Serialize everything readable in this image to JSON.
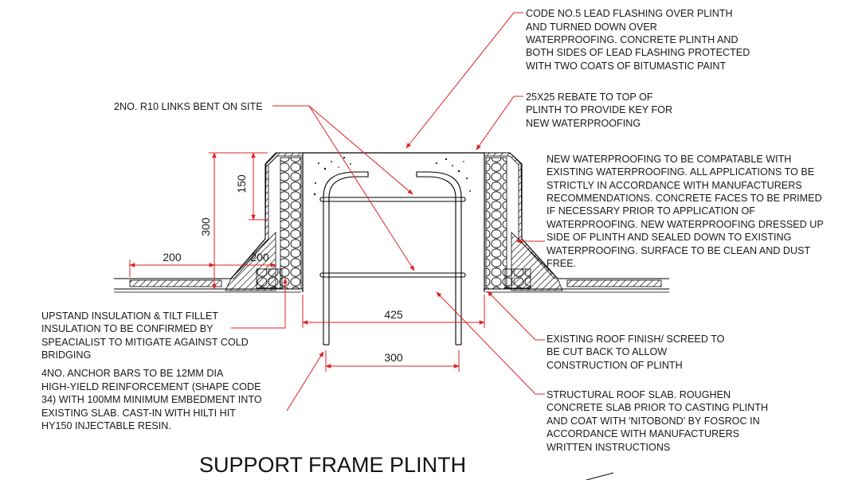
{
  "title": "SUPPORT FRAME PLINTH",
  "colors": {
    "leader": "#e02020",
    "dimension": "#e02020",
    "linework": "#000000",
    "text": "#1a1a1a"
  },
  "notes": {
    "lead_flashing": [
      "CODE NO.5 LEAD FLASHING OVER PLINTH",
      "AND TURNED DOWN OVER",
      "WATERPROOFING. CONCRETE PLINTH AND",
      "BOTH SIDES OF LEAD FLASHING PROTECTED",
      "WITH TWO COATS OF BITUMASTIC PAINT"
    ],
    "rebate": [
      "25X25 REBATE TO TOP OF",
      "PLINTH TO PROVIDE KEY FOR",
      "NEW WATERPROOFING"
    ],
    "links": [
      "2NO. R10 LINKS BENT ON SITE"
    ],
    "waterproofing": [
      "NEW WATERPROOFING TO BE COMPATABLE WITH",
      "EXISTING WATERPROOFING. ALL APPLICATIONS TO BE",
      "STRICTLY IN ACCORDANCE WITH MANUFACTURERS",
      "RECOMMENDATIONS. CONCRETE FACES TO BE PRIMED",
      "IF NECESSARY PRIOR TO APPLICATION OF",
      "WATERPROOFING. NEW WATERPROOFING DRESSED UP",
      "SIDE OF PLINTH AND SEALED DOWN TO EXISTING",
      "WATERPROOFING. SURFACE TO BE CLEAN AND DUST",
      "FREE."
    ],
    "insulation": [
      "UPSTAND INSULATION & TILT FILLET",
      "INSULATION TO BE CONFIRMED BY",
      "SPEACIALIST TO MITIGATE AGAINST COLD",
      "BRIDGING"
    ],
    "anchor_bars": [
      "4NO. ANCHOR BARS TO BE 12MM DIA",
      "HIGH-YIELD REINFORCEMENT (SHAPE CODE",
      "34) WITH 100MM MINIMUM EMBEDMENT INTO",
      "EXISTING SLAB. CAST-IN WITH HILTI HIT",
      "HY150 INJECTABLE RESIN."
    ],
    "roof_finish": [
      "EXISTING ROOF FINISH/ SCREED TO",
      "BE CUT BACK TO ALLOW",
      "CONSTRUCTION OF PLINTH"
    ],
    "roof_slab": [
      "STRUCTURAL ROOF SLAB. ROUGHEN",
      "CONCRETE SLAB PRIOR TO CASTING PLINTH",
      "AND COAT WITH 'NITOBOND' BY FOSROC IN",
      "ACCORDANCE WITH MANUFACTURERS",
      "WRITTEN INSTRUCTIONS"
    ]
  },
  "dimensions": {
    "height_total": "300",
    "height_upper": "150",
    "fillet_width_left": "200",
    "fillet_width_right": "200",
    "plinth_width": "425",
    "bar_spacing": "300"
  }
}
